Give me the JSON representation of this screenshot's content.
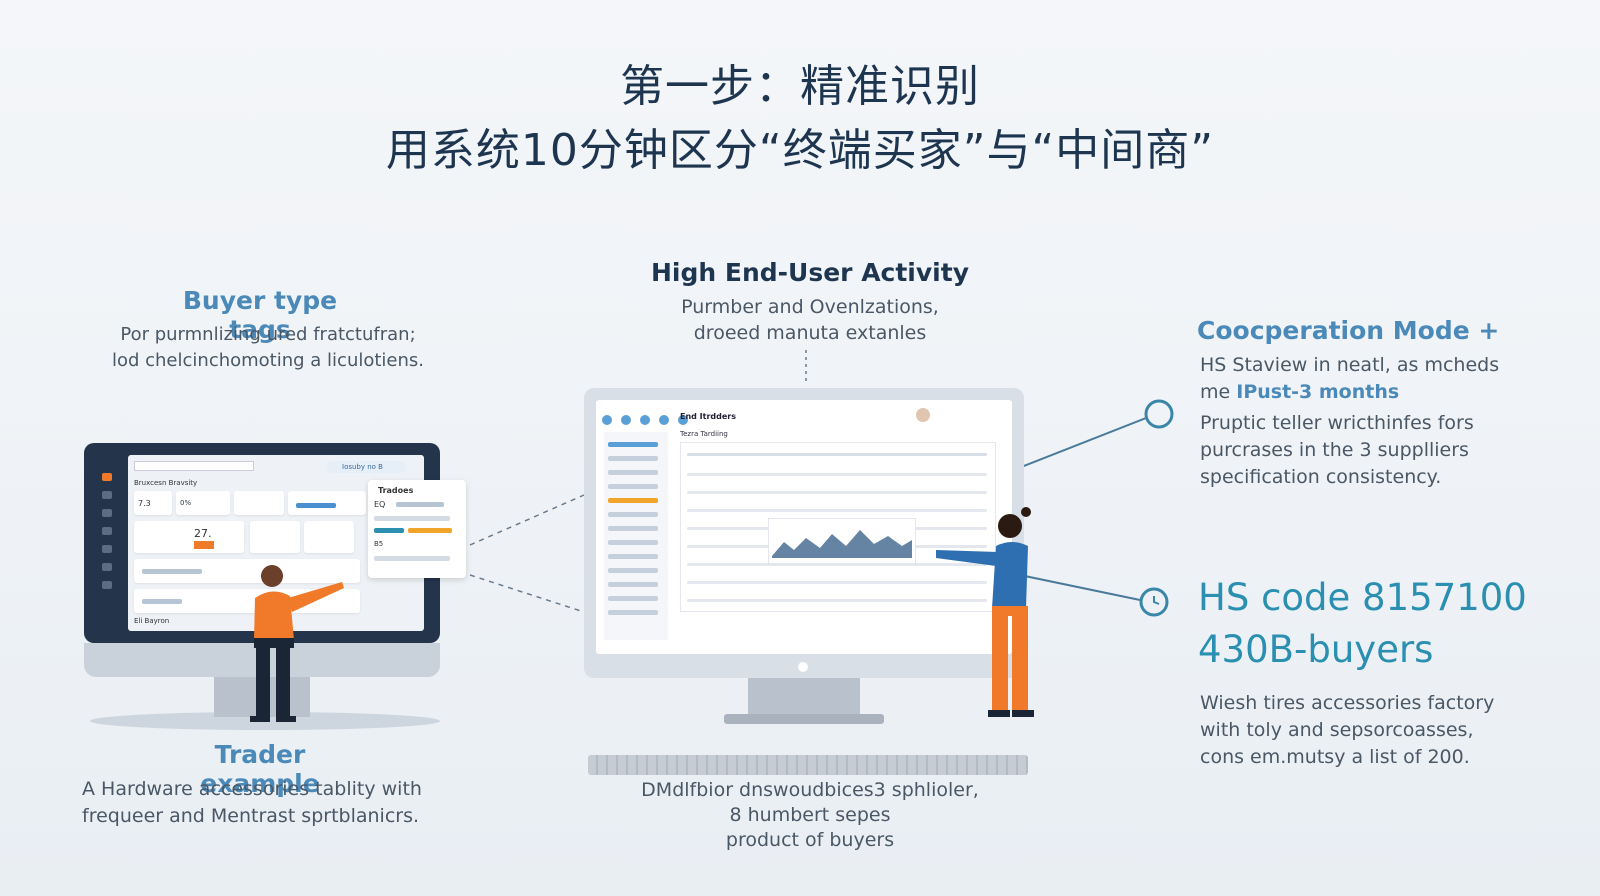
{
  "title": {
    "line1": "第一步：精准识别",
    "line2": "用系统10分钟区分“终端买家”与“中间商”"
  },
  "left_top": {
    "heading": "Buyer type tags",
    "line1": "Por purmnlizing ured fratctufran;",
    "line2": "lod chelcinchomoting a liculotiens."
  },
  "left_bottom": {
    "heading": "Trader example",
    "line1": "A Hardware accessories tablity with",
    "line2": "frequeer and Mentrast sprtblanicrs."
  },
  "center_top": {
    "heading": "High End-User Activity",
    "line1": "Purmber and Ovenlzations,",
    "line2": "droeed manuta extanles"
  },
  "center_bottom": {
    "line1": "DMdlfbior dnswoudbices3 sphlioler,",
    "line2": "8 humbert sepes",
    "line3": "product of buyers"
  },
  "right_top": {
    "heading": "Coocperation Mode +",
    "line1": "HS Staview in neatl, as mcheds",
    "line2_prefix": "me ",
    "line2_highlight": "IPust-3 months",
    "line3": "Pruptic teller wricthinfes fors",
    "line4": "purcrases in the 3 supplliers",
    "line5": "specification consistency."
  },
  "right_bottom": {
    "hs_line1": "HS code 8157100",
    "hs_line2": "430B-buyers",
    "line1": "Wiesh tires accessories factory",
    "line2": "with toly and sepsorcoasses,",
    "line3": "cons em.mutsy a list of 200."
  },
  "left_screen": {
    "header_label": "Bruxcesn Bravsity",
    "chip_label": "Iosuby no B",
    "stat1": "7.3",
    "stat2": "0%",
    "stat3": "27.",
    "footer_label": "Eli Bayron"
  },
  "popup": {
    "title": "Tradoes",
    "badge": "EQ",
    "badge2": "B5"
  },
  "center_screen": {
    "header_label": "End Itrdders",
    "subheader": "Tezra Tardiing"
  },
  "colors": {
    "accent_blue": "#4a89b8",
    "teal": "#2a8fb0",
    "navy": "#1e3550",
    "orange": "#f07a2a"
  }
}
